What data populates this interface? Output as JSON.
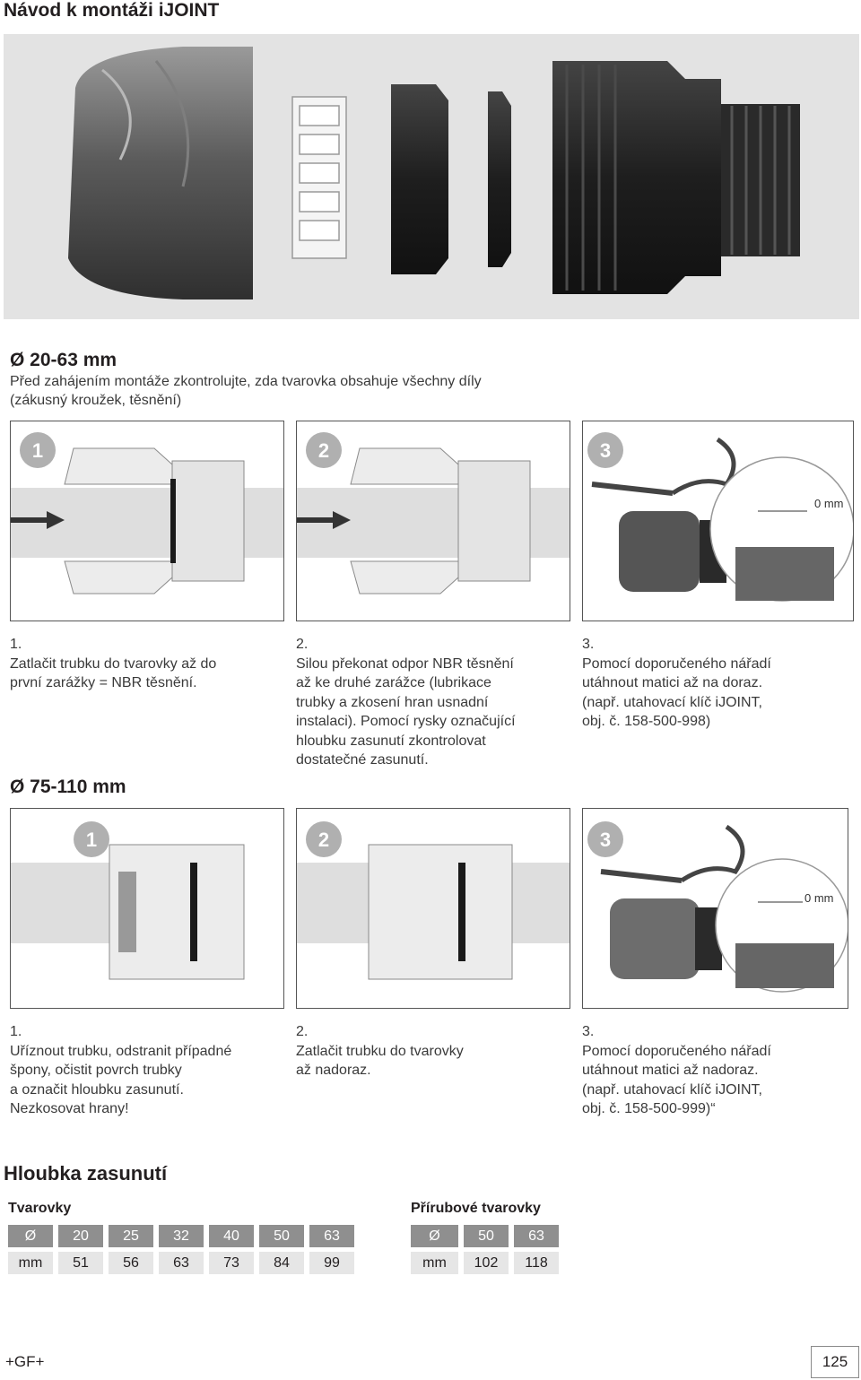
{
  "page_title": "Návod k montáži iJOINT",
  "section_small": {
    "heading": "Ø 20-63 mm",
    "intro_line1": "Před zahájením montáže zkontrolujte, zda tvarovka obsahuje všechny díly",
    "intro_line2": "(zákusný kroužek, těsnění)",
    "panel_badges": [
      "1",
      "2",
      "3"
    ],
    "gauge_label": "0 mm",
    "steps": [
      {
        "num": "1.",
        "lines": [
          "Zatlačit trubku do tvarovky až do",
          "první zarážky = NBR těsnění."
        ]
      },
      {
        "num": "2.",
        "lines": [
          "Silou překonat odpor NBR těsnění",
          "až ke druhé zarážce (lubrikace",
          "trubky a zkosení hran usnadní",
          "instalaci). Pomocí rysky označující",
          "hloubku zasunutí zkontrolovat",
          "dostatečné zasunutí."
        ]
      },
      {
        "num": "3.",
        "lines": [
          "Pomocí doporučeného nářadí",
          "utáhnout matici až na doraz.",
          "(např. utahovací klíč iJOINT,",
          "obj. č. 158-500-998)"
        ]
      }
    ]
  },
  "section_large": {
    "heading": "Ø 75-110 mm",
    "panel_badges": [
      "1",
      "2",
      "3"
    ],
    "gauge_label": "0 mm",
    "steps": [
      {
        "num": "1.",
        "lines": [
          "Uříznout trubku, odstranit případné",
          "špony, očistit povrch trubky",
          "a označit hloubku zasunutí.",
          "Nezkosovat hrany!"
        ]
      },
      {
        "num": "2.",
        "lines": [
          "Zatlačit trubku do tvarovky",
          "až nadoraz."
        ]
      },
      {
        "num": "3.",
        "lines": [
          "Pomocí doporučeného nářadí",
          "utáhnout matici až nadoraz.",
          "(např. utahovací klíč iJOINT,",
          "obj. č. 158-500-999)“"
        ]
      }
    ]
  },
  "depth": {
    "title": "Hloubka zasunutí",
    "fittings": {
      "label": "Tvarovky",
      "header": [
        "Ø",
        "20",
        "25",
        "32",
        "40",
        "50",
        "63"
      ],
      "values": [
        "mm",
        "51",
        "56",
        "63",
        "73",
        "84",
        "99"
      ]
    },
    "flanges": {
      "label": "Přírubové tvarovky",
      "header": [
        "Ø",
        "50",
        "63"
      ],
      "values": [
        "mm",
        "102",
        "118"
      ]
    }
  },
  "footer": {
    "logo": "+GF+",
    "page_number": "125"
  }
}
